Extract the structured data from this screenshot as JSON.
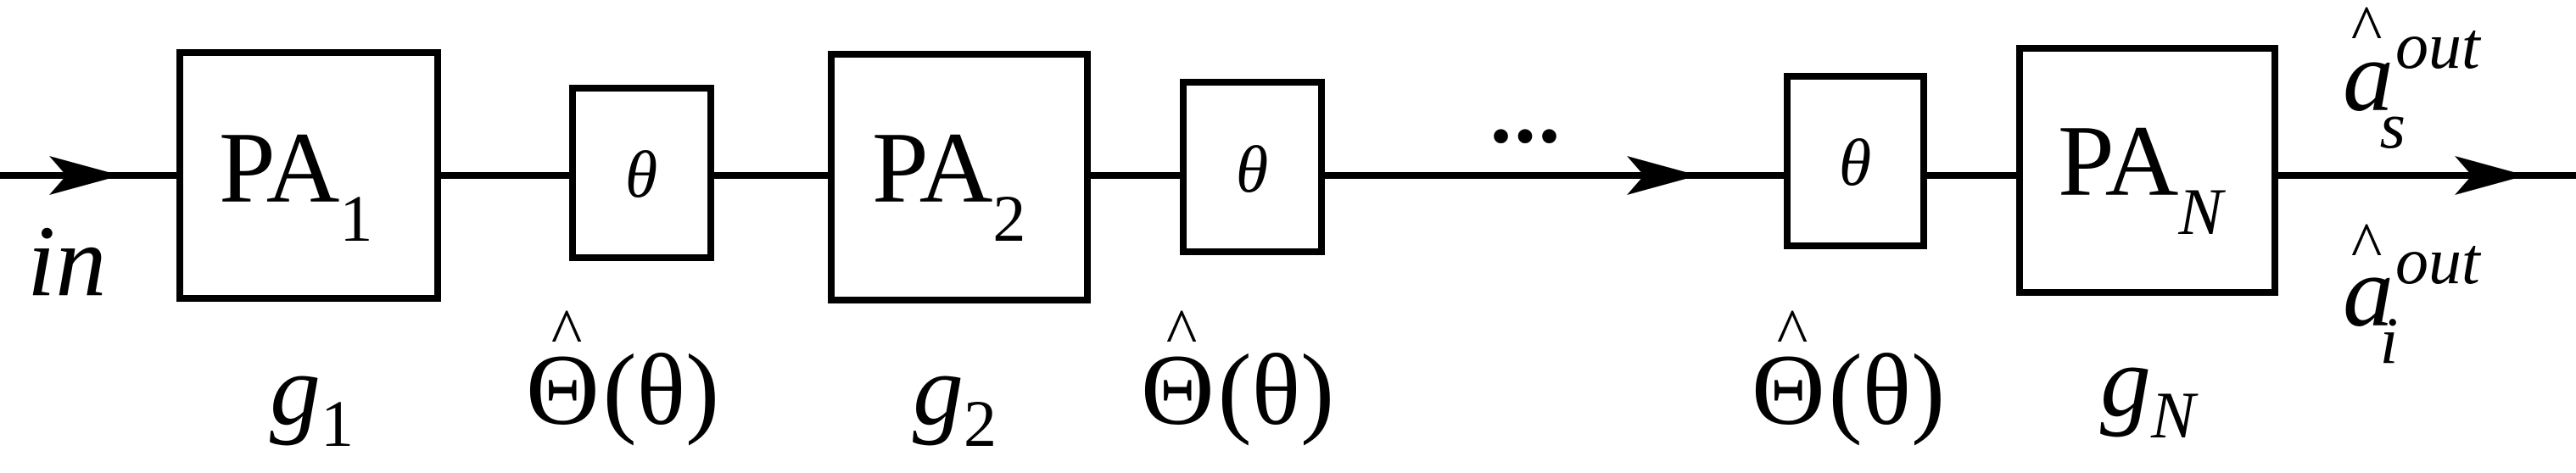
{
  "input_label": "in",
  "amplifiers": [
    {
      "name": "PA",
      "index": "1",
      "gain_symbol": "g",
      "gain_index": "1"
    },
    {
      "name": "PA",
      "index": "2",
      "gain_symbol": "g",
      "gain_index": "2"
    },
    {
      "name": "PA",
      "index": "N",
      "gain_symbol": "g",
      "gain_index": "N"
    }
  ],
  "phase_shifters": [
    {
      "symbol": "θ",
      "operator": "Θ",
      "operator_arg": "(θ)"
    },
    {
      "symbol": "θ",
      "operator": "Θ",
      "operator_arg": "(θ)"
    },
    {
      "symbol": "θ",
      "operator": "Θ",
      "operator_arg": "(θ)"
    }
  ],
  "hat": "^",
  "ellipsis": "•••",
  "outputs": [
    {
      "symbol": "a",
      "superscript": "out",
      "subscript": "s"
    },
    {
      "symbol": "a",
      "superscript": "out",
      "subscript": "i"
    }
  ]
}
